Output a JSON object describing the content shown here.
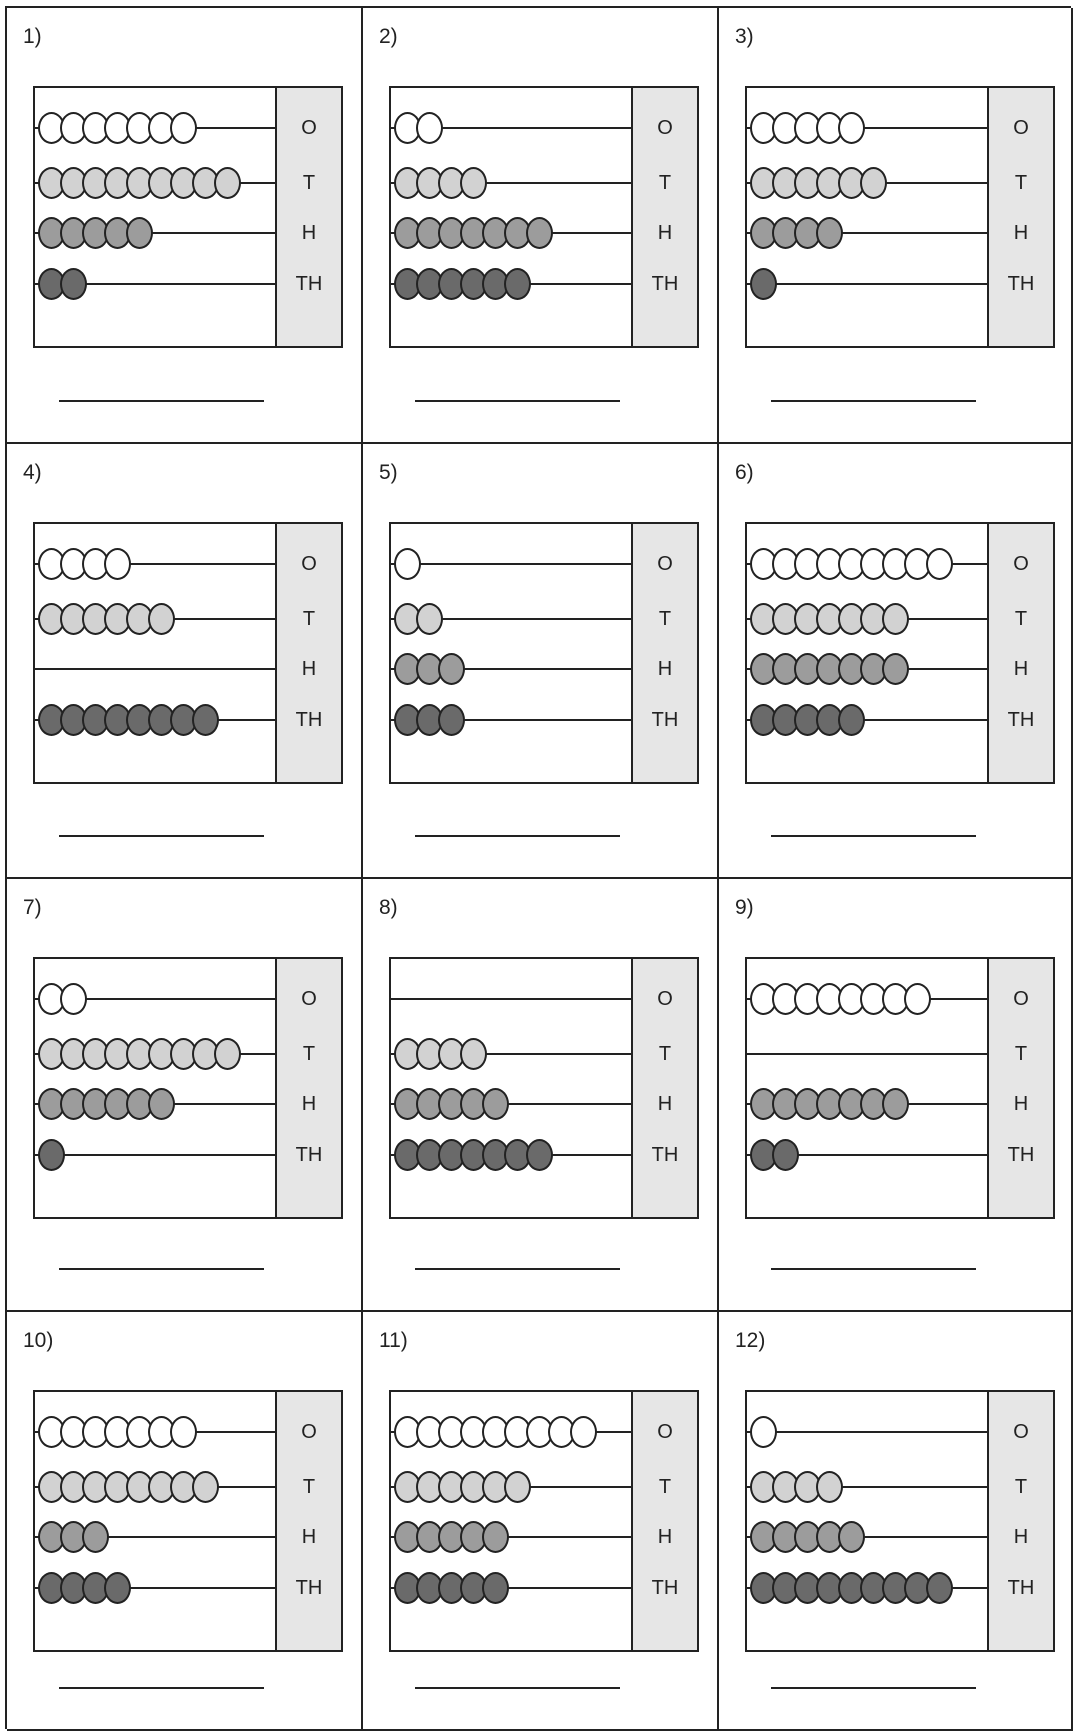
{
  "place_labels": [
    "O",
    "T",
    "H",
    "TH"
  ],
  "bead_colors": {
    "O": "#ffffff",
    "T": "#d2d2d2",
    "H": "#9c9c9c",
    "TH": "#6a6a6a"
  },
  "problems": [
    {
      "label": "1)",
      "beads": {
        "O": 7,
        "T": 9,
        "H": 5,
        "TH": 2
      }
    },
    {
      "label": "2)",
      "beads": {
        "O": 2,
        "T": 4,
        "H": 7,
        "TH": 6
      }
    },
    {
      "label": "3)",
      "beads": {
        "O": 5,
        "T": 6,
        "H": 4,
        "TH": 1
      }
    },
    {
      "label": "4)",
      "beads": {
        "O": 4,
        "T": 6,
        "H": 0,
        "TH": 8
      }
    },
    {
      "label": "5)",
      "beads": {
        "O": 1,
        "T": 2,
        "H": 3,
        "TH": 3
      }
    },
    {
      "label": "6)",
      "beads": {
        "O": 9,
        "T": 7,
        "H": 7,
        "TH": 5
      }
    },
    {
      "label": "7)",
      "beads": {
        "O": 2,
        "T": 9,
        "H": 6,
        "TH": 1
      }
    },
    {
      "label": "8)",
      "beads": {
        "O": 0,
        "T": 4,
        "H": 5,
        "TH": 7
      }
    },
    {
      "label": "9)",
      "beads": {
        "O": 8,
        "T": 0,
        "H": 7,
        "TH": 2
      }
    },
    {
      "label": "10)",
      "beads": {
        "O": 7,
        "T": 8,
        "H": 3,
        "TH": 4
      }
    },
    {
      "label": "11)",
      "beads": {
        "O": 9,
        "T": 6,
        "H": 5,
        "TH": 5
      }
    },
    {
      "label": "12)",
      "beads": {
        "O": 1,
        "T": 4,
        "H": 5,
        "TH": 9
      }
    }
  ]
}
